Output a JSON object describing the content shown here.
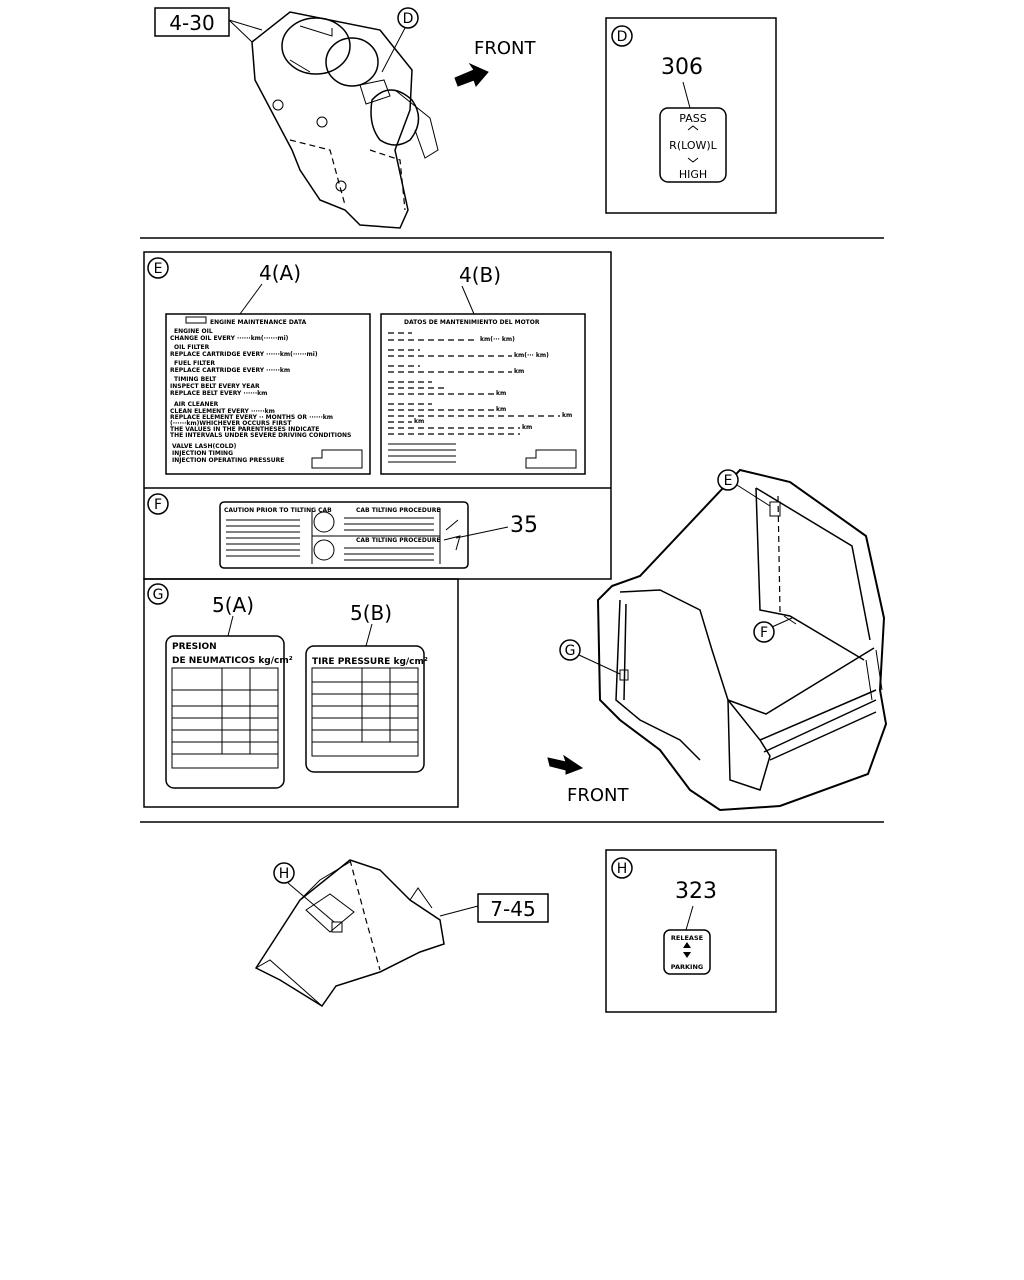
{
  "refs": {
    "ref_4_30": "4-30",
    "ref_7_45": "7-45",
    "part_306": "306",
    "part_4a": "4(A)",
    "part_4b": "4(B)",
    "part_35": "35",
    "part_5a": "5(A)",
    "part_5b": "5(B)",
    "part_323": "323"
  },
  "callouts": {
    "d": "D",
    "e": "E",
    "f": "F",
    "g": "G",
    "h": "H"
  },
  "front_labels": {
    "top": "FRONT",
    "middle": "FRONT"
  },
  "switch_label_306": {
    "pass": "PASS",
    "low": "R(LOW)L",
    "high": "HIGH"
  },
  "label_4a": {
    "title": "ENGINE MAINTENANCE DATA",
    "lines": [
      "ENGINE OIL",
      "CHANGE OIL EVERY ······km(······mi)",
      "OIL FILTER",
      "REPLACE CARTRIDGE EVERY ······km(······mi)",
      "FUEL FILTER",
      "REPLACE CARTRIDGE EVERY ······km",
      "TIMING BELT",
      "INSPECT BELT EVERY YEAR",
      "REPLACE BELT EVERY ······km",
      "AIR CLEANER",
      "CLEAN ELEMENT EVERY ······km",
      "REPLACE ELEMENT EVERY ·· MONTHS OR ······km",
      "(······km)WHICHEVER OCCURS FIRST",
      "THE VALUES IN THE PARENTHESES INDICATE",
      "THE INTERVALS UNDER SEVERE DRIVING CONDITIONS",
      "VALVE LASH(COLD)",
      "INJECTION TIMING",
      "INJECTION OPERATING PRESSURE"
    ]
  },
  "label_4b": {
    "title": "DATOS DE MANTENIMIENTO DEL MOTOR",
    "units": [
      "km(··· km)",
      "km(··· km)",
      "km",
      "km",
      "km",
      "km",
      "km",
      "km"
    ]
  },
  "label_35": {
    "caution": "CAUTION PRIOR TO TILTING CAB",
    "procedure_1": "CAB TILTING PROCEDURE",
    "procedure_2": "CAB TILTING PROCEDURE"
  },
  "label_5a": {
    "line1": "PRESION",
    "line2": "DE NEUMATICOS kg/cm²"
  },
  "label_5b": {
    "line1": "TIRE PRESSURE kg/cm²"
  },
  "label_323": {
    "release": "RELEASE",
    "parking": "PARKING"
  }
}
